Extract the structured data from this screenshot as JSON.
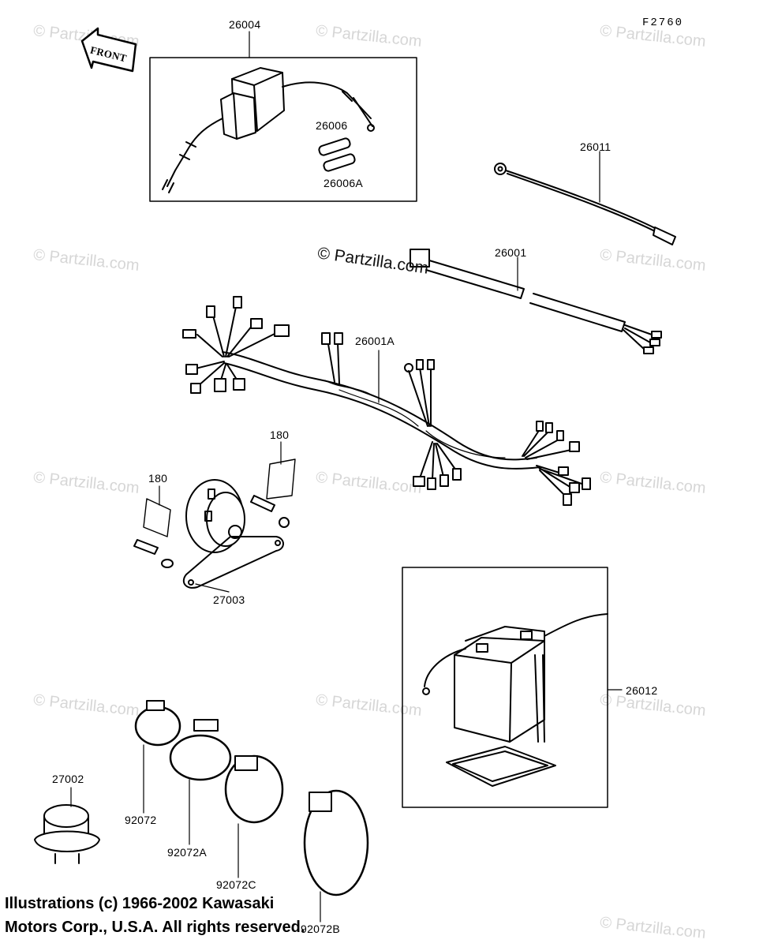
{
  "figure_id": "F2760",
  "front_label": "FRONT",
  "center_watermark": "© Partzilla.com",
  "watermark": "© Partzilla.com",
  "copyright": {
    "line1": "Illustrations (c) 1966-2002 Kawasaki",
    "line2": "Motors Corp., U.S.A.  All rights reserved."
  },
  "parts": {
    "p26004": "26004",
    "p26006": "26006",
    "p26006a": "26006A",
    "p26011": "26011",
    "p26001": "26001",
    "p26001a": "26001A",
    "p180a": "180",
    "p180b": "180",
    "p27003": "27003",
    "p26012": "26012",
    "p27002": "27002",
    "p92072": "92072",
    "p92072a": "92072A",
    "p92072c": "92072C",
    "p92072b": "92072B"
  }
}
